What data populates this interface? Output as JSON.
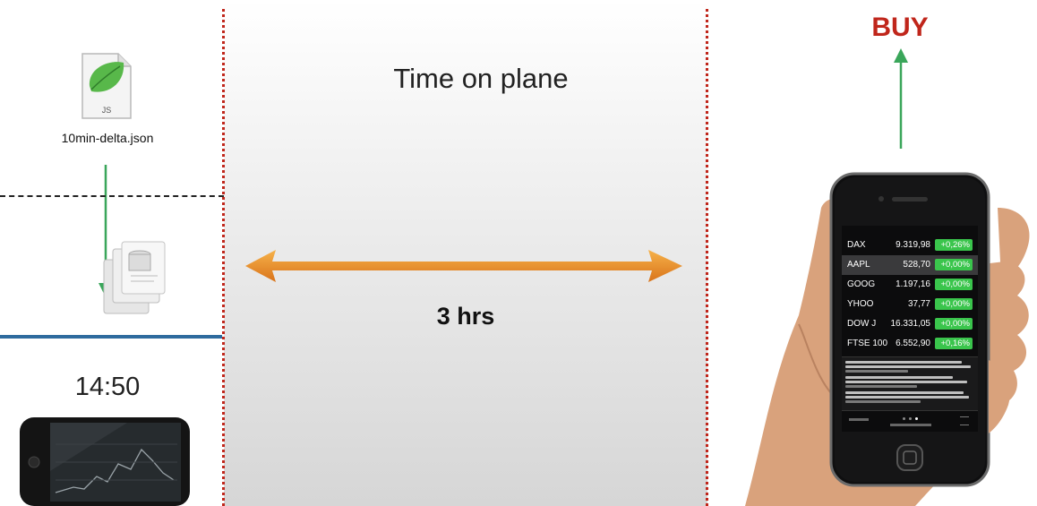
{
  "diagram": {
    "center_title": "Time on plane",
    "duration_label": "3 hrs",
    "action_label": "BUY",
    "file_label": "10min-delta.json",
    "file_badge": "JS",
    "time_label": "14:50"
  },
  "stock_screen": {
    "rows": [
      {
        "symbol": "DAX",
        "value": "9.319,98",
        "change": "+0,26%"
      },
      {
        "symbol": "AAPL",
        "value": "528,70",
        "change": "+0,00%"
      },
      {
        "symbol": "GOOG",
        "value": "1.197,16",
        "change": "+0,00%"
      },
      {
        "symbol": "YHOO",
        "value": "37,77",
        "change": "+0,00%"
      },
      {
        "symbol": "DOW J",
        "value": "16.331,05",
        "change": "+0,00%"
      },
      {
        "symbol": "FTSE 100",
        "value": "6.552,90",
        "change": "+0,16%"
      }
    ]
  },
  "colors": {
    "accent_red": "#c0261b",
    "arrow_green": "#3aa65a",
    "arrow_orange": "#e8891d",
    "line_blue": "#2e6b9e",
    "change_green": "#3ac54c"
  },
  "icons": [
    "document-js-icon",
    "database-icon",
    "arrow-down-icon",
    "arrow-up-icon",
    "double-arrow-icon",
    "smartphone-landscape-icon",
    "hand-holding-phone-icon"
  ]
}
